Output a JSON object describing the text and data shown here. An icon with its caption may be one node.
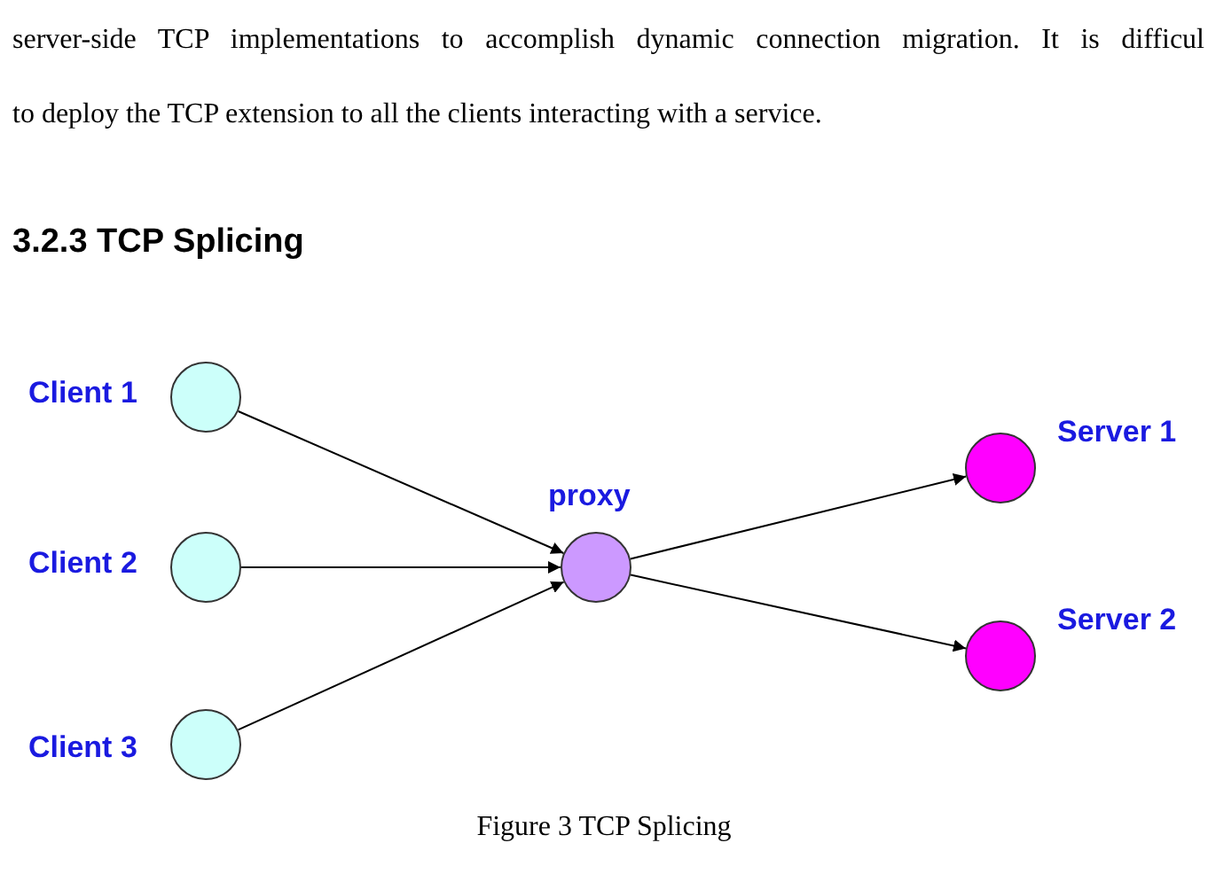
{
  "diagram": {
    "title": "3.2.3 TCP Splicing",
    "caption": "Figure 3 TCP Splicing",
    "nodes": [
      {
        "text": [
          "Client 1"
        ]
      },
      {
        "text": [
          "Client 2"
        ]
      },
      {
        "text": [
          "Client 3"
        ]
      },
      {
        "text": [
          "proxy"
        ]
      },
      {
        "text": [
          "Server 1"
        ]
      },
      {
        "text": [
          "Server 2"
        ]
      }
    ],
    "edges": [
      {
        "from": 0,
        "to": 3,
        "arrow": "to"
      },
      {
        "from": 1,
        "to": 3,
        "arrow": "to"
      },
      {
        "from": 2,
        "to": 3,
        "arrow": "to"
      },
      {
        "from": 3,
        "to": 4,
        "arrow": "to"
      },
      {
        "from": 3,
        "to": 5,
        "arrow": "to"
      }
    ],
    "labels": [
      "server-side TCP implementations to accomplish dynamic connection migration. It is difficul",
      "to deploy the TCP extension to all the clients interacting with a service."
    ]
  }
}
